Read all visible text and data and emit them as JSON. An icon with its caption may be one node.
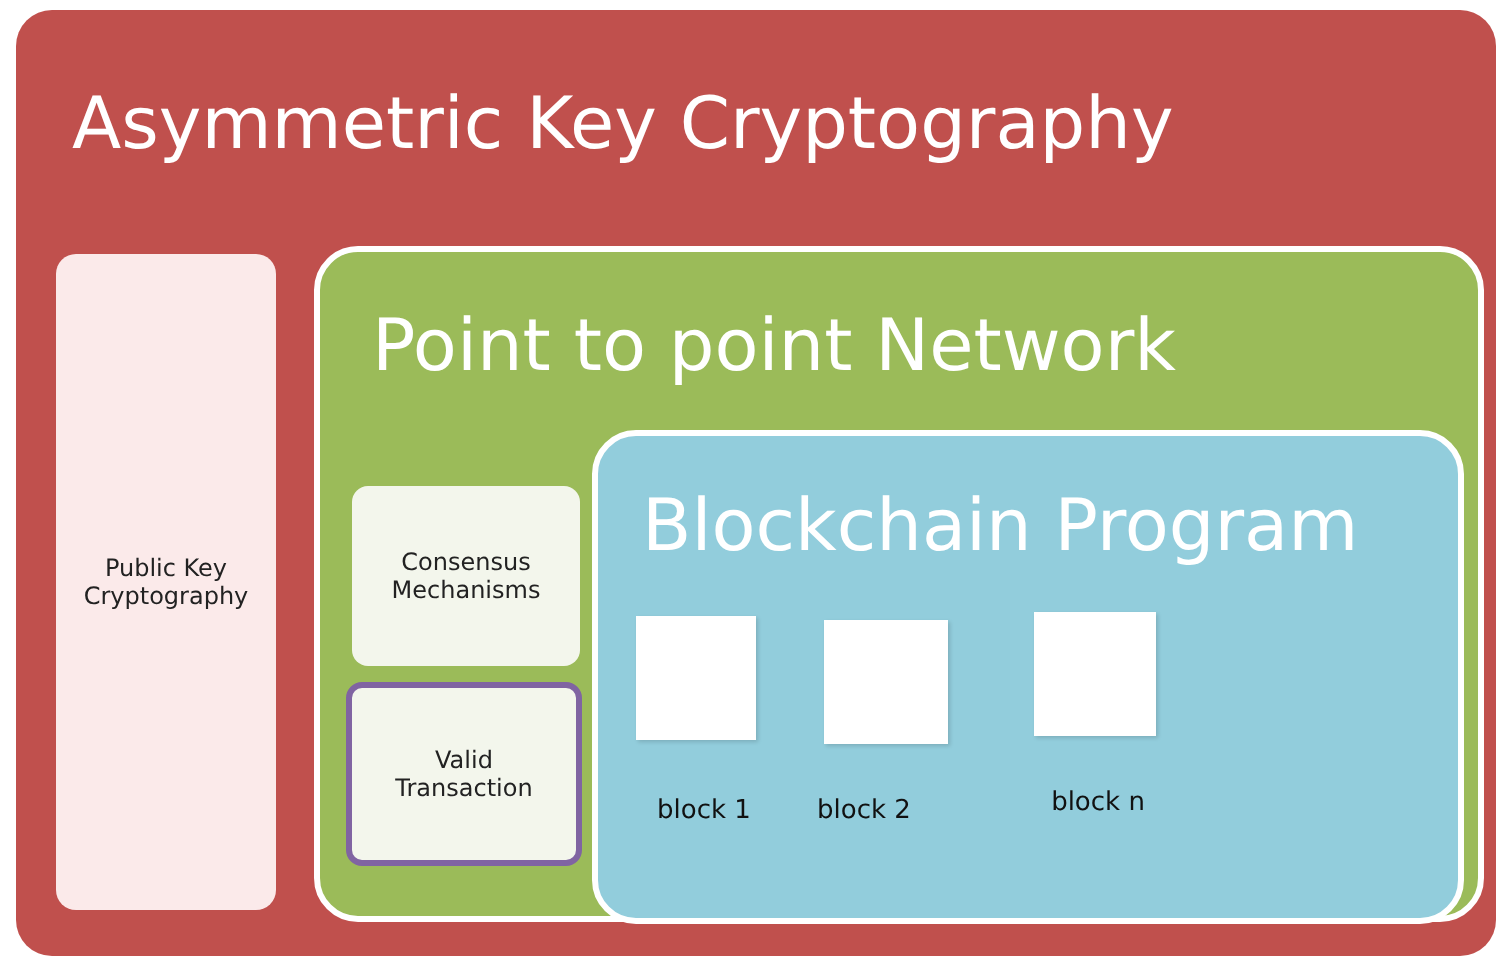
{
  "diagram": {
    "nodes": [
      {
        "text": [
          "Asymmetric Key Cryptography"
        ]
      },
      {
        "text": [
          "Public Key Cryptography"
        ],
        "in": 0
      },
      {
        "text": [
          "Point to point Network"
        ],
        "in": 0
      },
      {
        "text": [
          "Consensus Mechanisms"
        ],
        "in": 2
      },
      {
        "text": [
          "Valid Transaction"
        ],
        "in": 2
      },
      {
        "text": [
          "Blockchain Program"
        ],
        "in": 2
      },
      {
        "text": [],
        "shape": "box",
        "beside": [
          "block 1"
        ],
        "in": 5
      },
      {
        "text": [],
        "shape": "box",
        "beside": [
          "block 2"
        ],
        "in": 5
      },
      {
        "text": [],
        "shape": "box",
        "beside": [
          "block n"
        ],
        "in": 5
      }
    ],
    "edges": []
  }
}
